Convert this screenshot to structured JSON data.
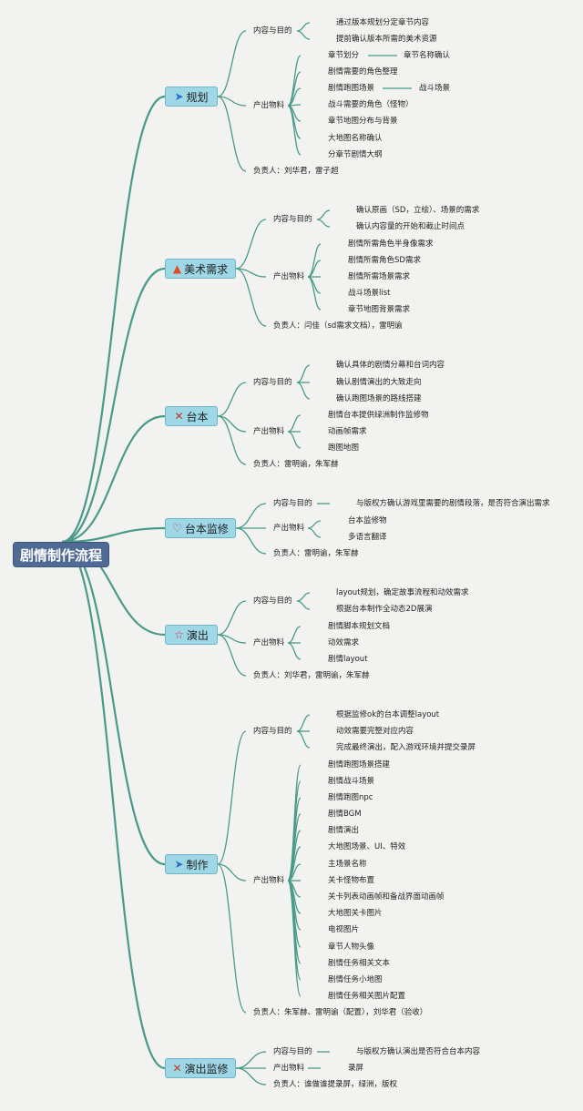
{
  "root_label": "剧情制作流程",
  "branches": [
    {
      "label": "规划",
      "icon": "paper-plane-icon",
      "content_purpose": {
        "label": "内容与目的",
        "items": [
          "通过版本规划分定章节内容",
          "提前确认版本所需的美术资源"
        ]
      },
      "deliverables": {
        "label": "产出物料",
        "items": [
          "章节划分",
          "剧情需要的角色整理",
          "剧情跑图场景",
          "战斗需要的角色（怪物）",
          "章节地图分布与背景",
          "大地图名称确认",
          "分章节剧情大纲"
        ]
      },
      "sub_items": {
        "chapter_names": "章节名称确认",
        "battle_scene": "战斗场景"
      },
      "owner": "负责人：刘华君，雷子超"
    },
    {
      "label": "美术需求",
      "icon": "fire-icon",
      "content_purpose": {
        "label": "内容与目的",
        "items": [
          "确认原画（SD，立绘）、场景的需求",
          "确认内容量的开始和截止时间点"
        ]
      },
      "deliverables": {
        "label": "产出物料",
        "items": [
          "剧情所需角色半身像需求",
          "剧情所需角色SD需求",
          "剧情所需场景需求",
          "战斗场景list",
          "章节地图背景需求"
        ]
      },
      "owner": "负责人：闫佳（sd需求文档），雷明谕"
    },
    {
      "label": "台本",
      "icon": "tools-icon",
      "content_purpose": {
        "label": "内容与目的",
        "items": [
          "确认具体的剧情分幕和台词内容",
          "确认剧情演出的大致走向",
          "确认跑图场景的路线搭建"
        ]
      },
      "deliverables": {
        "label": "产出物料",
        "items": [
          "剧情台本提供绿洲制作监修物",
          "动画帧需求",
          "跑图地图"
        ]
      },
      "owner": "负责人：雷明谕，朱军赫"
    },
    {
      "label": "台本监修",
      "icon": "heart-icon",
      "content_purpose": {
        "label": "内容与目的",
        "items": [
          "与版权方确认游戏里需要的剧情段落，是否符合演出需求"
        ]
      },
      "deliverables": {
        "label": "产出物料",
        "items": [
          "台本监修物",
          "多语言翻译"
        ]
      },
      "owner": "负责人：雷明谕，朱军赫"
    },
    {
      "label": "演出",
      "icon": "star-icon",
      "content_purpose": {
        "label": "内容与目的",
        "items": [
          "layout规划，确定故事流程和动效需求",
          "根据台本制作全动态2D展演"
        ]
      },
      "deliverables": {
        "label": "产出物料",
        "items": [
          "剧情脚本规划文档",
          "动效需求",
          "剧情layout"
        ]
      },
      "owner": "负责人：刘华君，雷明谕，朱军赫"
    },
    {
      "label": "制作",
      "icon": "paper-plane-icon",
      "content_purpose": {
        "label": "内容与目的",
        "items": [
          "根据监修ok的台本调整layout",
          "动效需要完整对应内容",
          "完成最终演出，配入游戏环境并提交录屏"
        ]
      },
      "deliverables": {
        "label": "产出物料",
        "items": [
          "剧情跑图场景搭建",
          "剧情战斗场景",
          "剧情跑图npc",
          "剧情BGM",
          "剧情演出",
          "大地图场景、UI、特效",
          "主场景名称",
          "关卡怪物布置",
          "关卡列表动画帧和备战界面动画帧",
          "大地图关卡图片",
          "电视图片",
          "章节人物头像",
          "剧情任务相关文本",
          "剧情任务小地图",
          "剧情任务相关图片配置"
        ]
      },
      "owner": "负责人：朱军赫、雷明谕（配置），刘华君（验收）"
    },
    {
      "label": "演出监修",
      "icon": "tools-icon",
      "content_purpose": {
        "label": "内容与目的",
        "items": [
          "与版权方确认演出是否符合台本内容"
        ]
      },
      "deliverables": {
        "label": "产出物料",
        "items": [
          "录屏"
        ]
      },
      "owner": "负责人：谁做谁提录屏，绿洲，版权"
    }
  ],
  "colors": {
    "connector": "#4a9a8a",
    "root_fill": "#4f6b95",
    "branch_fill": "#9ed7e6",
    "background": "#f2f2f0"
  }
}
